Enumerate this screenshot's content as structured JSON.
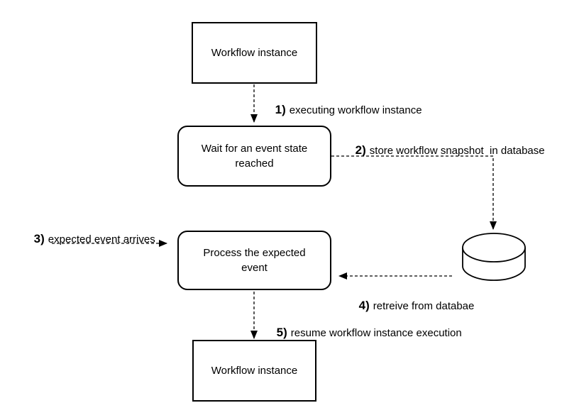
{
  "colors": {
    "background": "#ffffff",
    "stroke": "#000000",
    "text": "#000000"
  },
  "nodes": [
    {
      "id": "workflow-instance-top",
      "shape": "rectangle",
      "label": "Workflow instance"
    },
    {
      "id": "wait-for-event-state",
      "shape": "rounded",
      "label": "Wait for an event state reached"
    },
    {
      "id": "process-expected-event",
      "shape": "rounded",
      "label": "Process the expected event"
    },
    {
      "id": "database",
      "shape": "cylinder",
      "label": ""
    },
    {
      "id": "workflow-instance-bottom",
      "shape": "rectangle",
      "label": "Workflow instance"
    }
  ],
  "edges": [
    {
      "prefix": "1)",
      "label": "executing workflow instance",
      "from": "workflow-instance-top",
      "to": "wait-for-event-state",
      "style": "dashed-arrow"
    },
    {
      "prefix": "2)",
      "label": "store workflow snapshot  in database",
      "from": "wait-for-event-state",
      "to": "database",
      "style": "dashed-arrow"
    },
    {
      "prefix": "3)",
      "label": "expected event arrives",
      "from": "external",
      "to": "process-expected-event",
      "style": "dashed-arrow"
    },
    {
      "prefix": "4)",
      "label": "retreive from databae",
      "from": "database",
      "to": "process-expected-event",
      "style": "dashed-arrow"
    },
    {
      "prefix": "5)",
      "label": "resume workflow instance execution",
      "from": "process-expected-event",
      "to": "workflow-instance-bottom",
      "style": "dashed-arrow"
    }
  ]
}
